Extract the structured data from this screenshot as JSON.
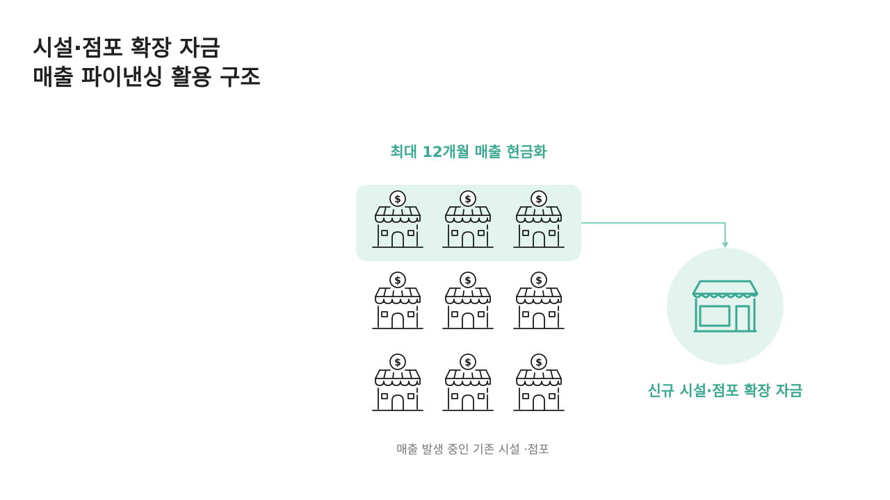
{
  "title": {
    "line1": "시설·점포 확장 자금",
    "line2": "매출 파이낸싱 활용 구조"
  },
  "top_caption": "최대 12개월 매출 현금화",
  "right_caption": "신규 시설·점포 확장 자금",
  "bottom_caption": "매출 발생 중인 기존 시설 ·점포",
  "store_currency_symbol": "$",
  "colors": {
    "accent": "#3aa892",
    "highlight_bg": "#e3f4ef",
    "icon_stroke": "#1a1a1a",
    "caption_gray": "#777777"
  },
  "icons": {
    "existing_store": "store-dollar-icon",
    "new_store": "storefront-icon"
  }
}
